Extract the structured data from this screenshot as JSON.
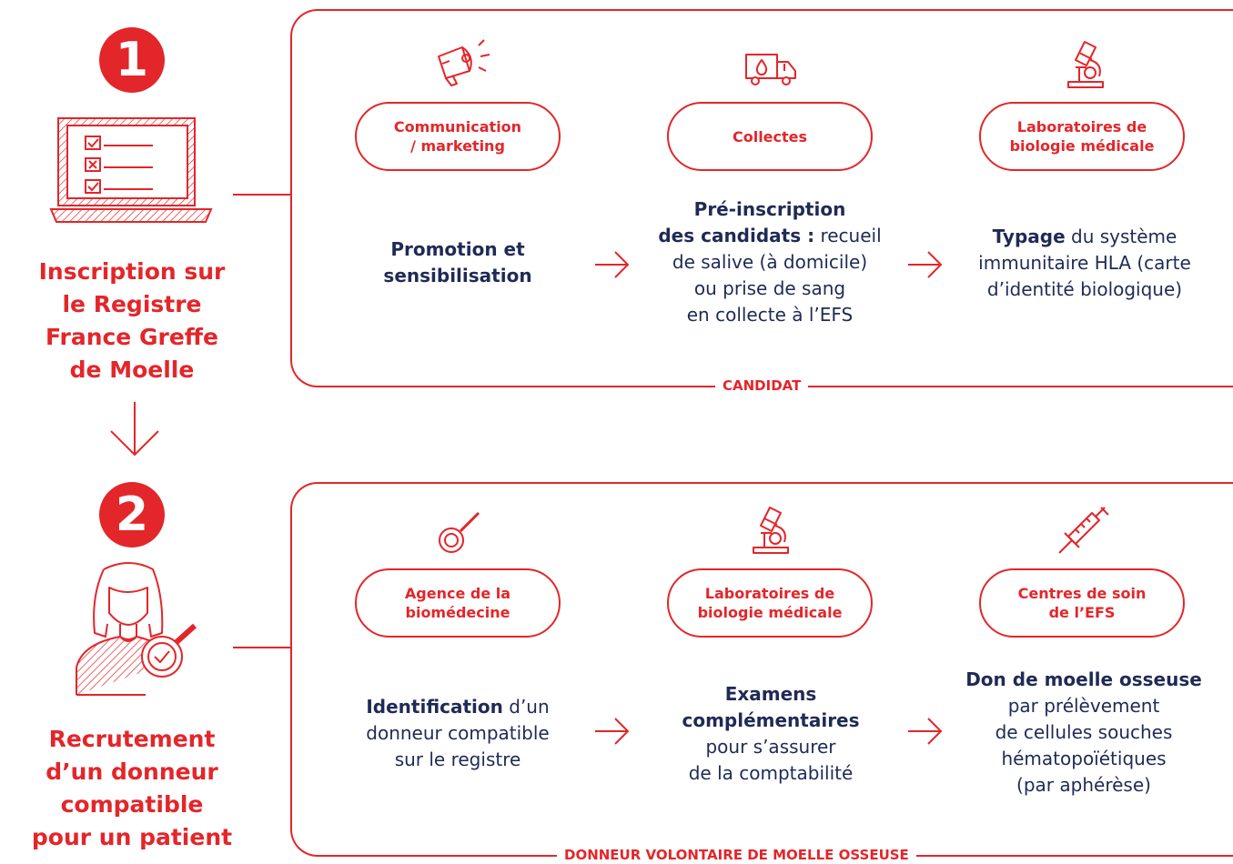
{
  "colors": {
    "accent": "#e3262a",
    "text": "#1f2a55"
  },
  "step1": {
    "number": "1",
    "title_lines": [
      "Inscription sur",
      "le Registre",
      "France Greffe",
      "de Moelle"
    ],
    "panel_label": "CANDIDAT",
    "columns": [
      {
        "icon": "megaphone-icon",
        "pill": [
          "Communication",
          "/ marketing"
        ],
        "desc": [
          {
            "b": "Promotion et"
          },
          {
            "b": "sensibilisation"
          }
        ]
      },
      {
        "icon": "truck-icon",
        "pill": [
          "Collectes"
        ],
        "desc": [
          {
            "b": "Pré-inscription"
          },
          {
            "b": "des candidats :",
            "t": " recueil"
          },
          {
            "t": "de salive (à domicile)"
          },
          {
            "t": "ou prise de sang"
          },
          {
            "t": "en collecte à l’EFS"
          }
        ]
      },
      {
        "icon": "microscope-icon",
        "pill": [
          "Laboratoires de",
          "biologie médicale"
        ],
        "desc": [
          {
            "b": "Typage",
            "t": " du système"
          },
          {
            "t": "immunitaire HLA (carte"
          },
          {
            "t": "d’identité biologique)"
          }
        ]
      }
    ]
  },
  "arrow_down": "↓",
  "step2": {
    "number": "2",
    "title_lines": [
      "Recrutement",
      "d’un donneur",
      "compatible",
      "pour un patient"
    ],
    "panel_label": "DONNEUR VOLONTAIRE DE MOELLE OSSEUSE",
    "columns": [
      {
        "icon": "magnifier-icon",
        "pill": [
          "Agence de la",
          "biomédecine"
        ],
        "desc": [
          {
            "b": "Identification",
            "t": " d’un"
          },
          {
            "t": "donneur compatible"
          },
          {
            "t": "sur le registre"
          }
        ]
      },
      {
        "icon": "microscope-icon",
        "pill": [
          "Laboratoires de",
          "biologie médicale"
        ],
        "desc": [
          {
            "b": "Examens"
          },
          {
            "b": "complémentaires"
          },
          {
            "t": "pour s’assurer"
          },
          {
            "t": "de la comptabilité"
          }
        ]
      },
      {
        "icon": "syringe-icon",
        "pill": [
          "Centres de soin",
          "de l’EFS"
        ],
        "desc": [
          {
            "b": "Don de moelle osseuse"
          },
          {
            "t": "par prélèvement"
          },
          {
            "t": "de cellules souches"
          },
          {
            "t": "hématopoïétiques"
          },
          {
            "t": "(par aphérèse)"
          }
        ]
      }
    ]
  }
}
